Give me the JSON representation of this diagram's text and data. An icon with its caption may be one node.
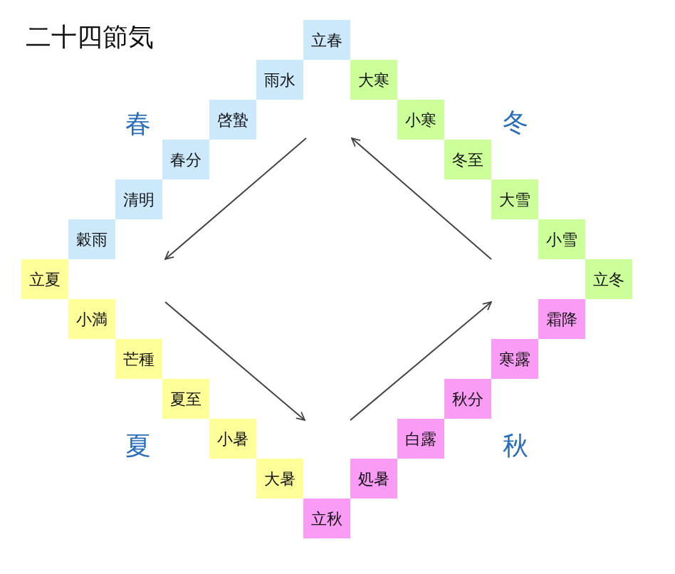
{
  "diagram": {
    "title": "二十四節気",
    "nodes": [
      {
        "text": [
          "立春"
        ]
      },
      {
        "text": [
          "雨水"
        ]
      },
      {
        "text": [
          "啓蟄"
        ]
      },
      {
        "text": [
          "春分"
        ]
      },
      {
        "text": [
          "清明"
        ]
      },
      {
        "text": [
          "穀雨"
        ]
      },
      {
        "text": [
          "立夏"
        ]
      },
      {
        "text": [
          "小満"
        ]
      },
      {
        "text": [
          "芒種"
        ]
      },
      {
        "text": [
          "夏至"
        ]
      },
      {
        "text": [
          "小暑"
        ]
      },
      {
        "text": [
          "大暑"
        ]
      },
      {
        "text": [
          "立秋"
        ]
      },
      {
        "text": [
          "処暑"
        ]
      },
      {
        "text": [
          "白露"
        ]
      },
      {
        "text": [
          "秋分"
        ]
      },
      {
        "text": [
          "寒露"
        ]
      },
      {
        "text": [
          "霜降"
        ]
      },
      {
        "text": [
          "立冬"
        ]
      },
      {
        "text": [
          "小雪"
        ]
      },
      {
        "text": [
          "大雪"
        ]
      },
      {
        "text": [
          "冬至"
        ]
      },
      {
        "text": [
          "小寒"
        ]
      },
      {
        "text": [
          "大寒"
        ]
      }
    ],
    "labels": [
      "春",
      "冬",
      "夏",
      "秋"
    ]
  }
}
